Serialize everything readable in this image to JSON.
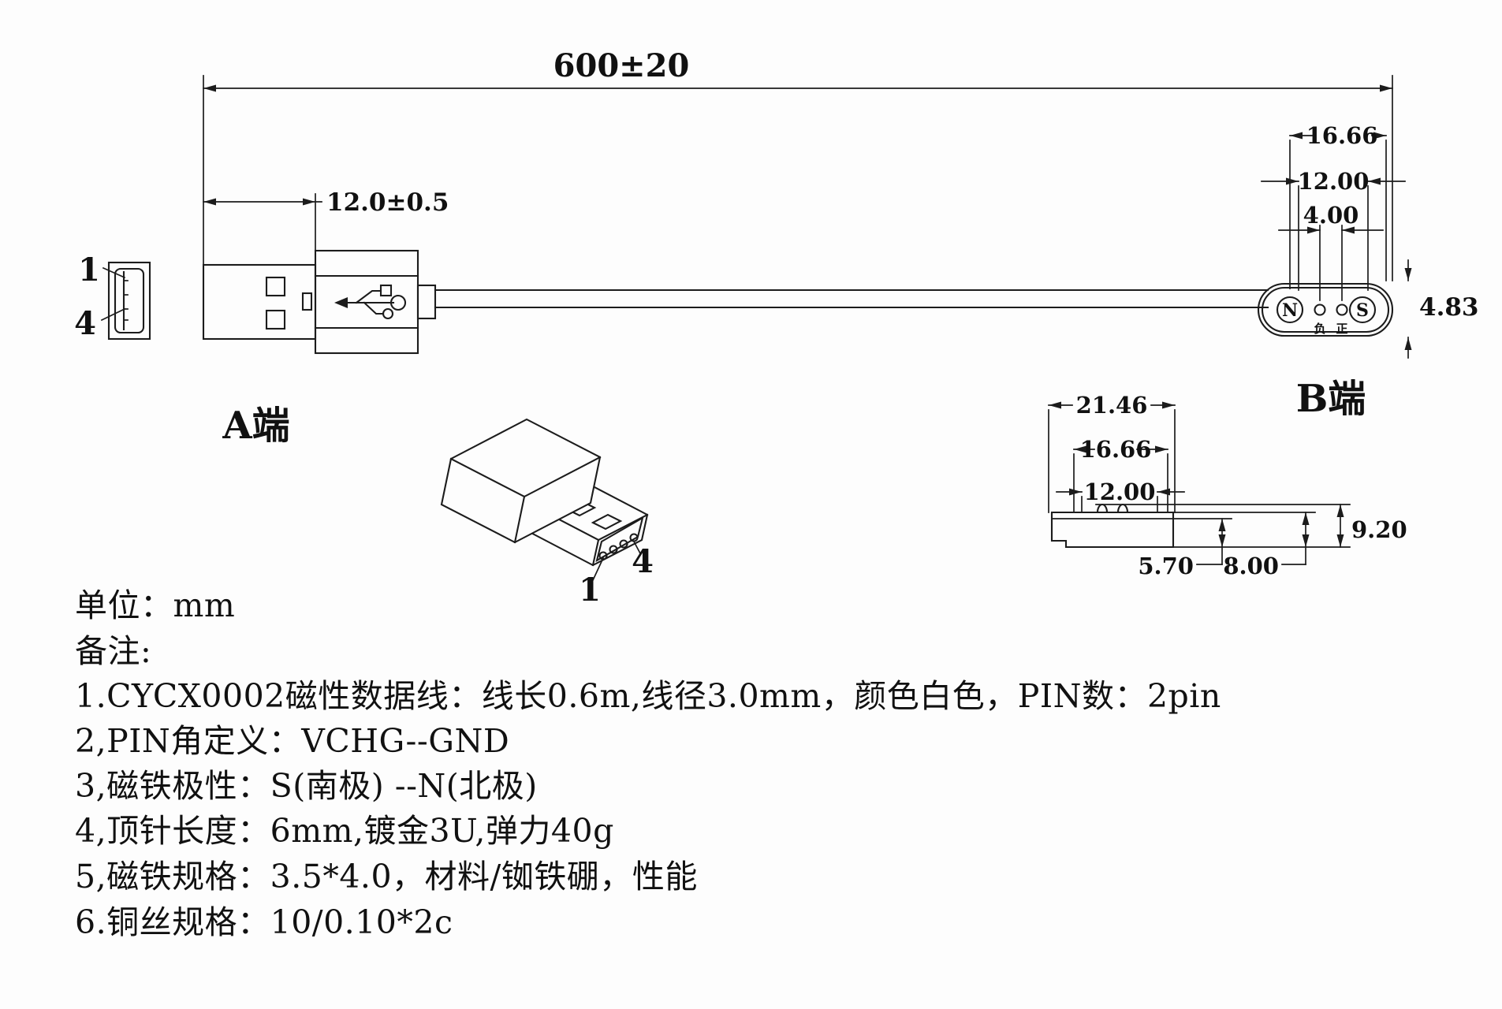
{
  "drawing": {
    "overall_dim": "600±20",
    "usb_dim": "12.0±0.5",
    "a_end": {
      "label": "A端",
      "pin_top": "1",
      "pin_bottom": "4"
    },
    "iso_view": {
      "pin_front": "1",
      "pin_back": "4"
    },
    "b_end": {
      "label": "B端",
      "magnet_n": "N",
      "magnet_s": "S",
      "pin_neg": "负",
      "pin_pos": "正",
      "face_dims": {
        "outer": "16.66",
        "mid": "12.00",
        "pin_pitch": "4.00",
        "height": "4.83"
      },
      "side_dims": {
        "outer": "21.46",
        "mid": "16.66",
        "inner": "12.00",
        "total_height": "9.20",
        "step_height": "5.70",
        "body_height": "8.00"
      }
    },
    "notes": {
      "unit": "单位：mm",
      "header": "备注:",
      "lines": [
        "1.CYCX0002磁性数据线：线长0.6m,线径3.0mm，颜色白色，PIN数：2pin",
        "2,PIN角定义：VCHG--GND",
        "3,磁铁极性：S(南极) --N(北极)",
        "4,顶针长度：6mm,镀金3U,弹力40g",
        "5,磁铁规格：3.5*4.0，材料/铷铁硼，性能",
        "6.铜丝规格：10/0.10*2c"
      ]
    }
  },
  "colors": {
    "background": "#fdfdfd",
    "line": "#1c1c1c"
  }
}
